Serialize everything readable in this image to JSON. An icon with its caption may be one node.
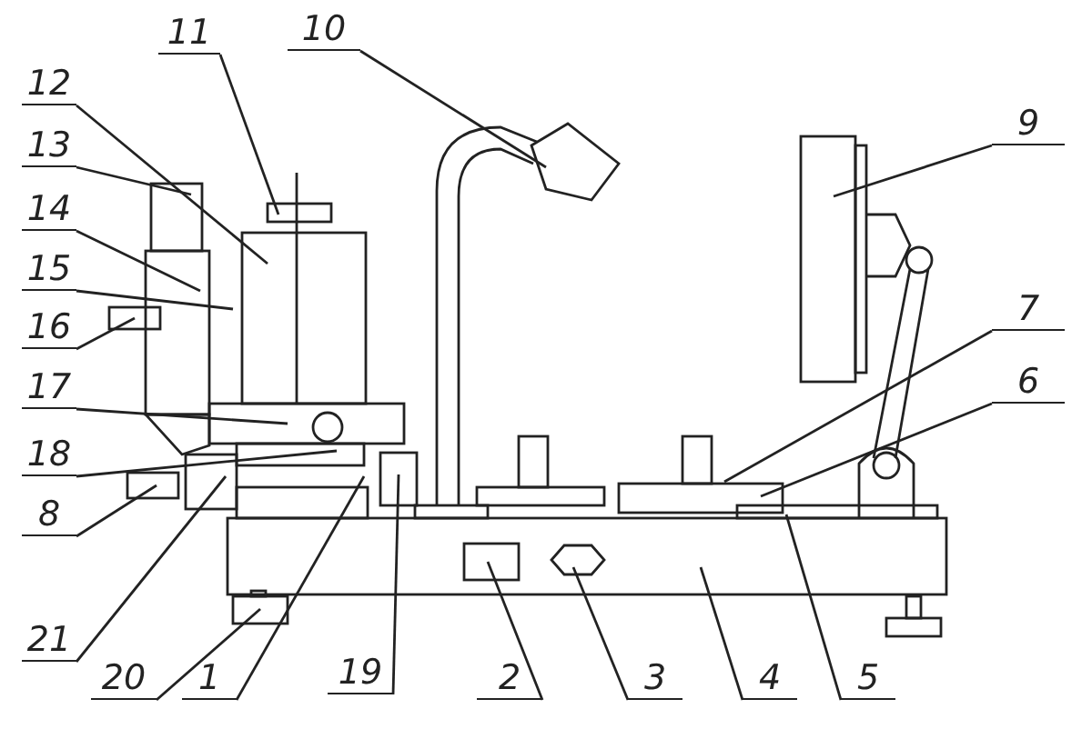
{
  "diagram": {
    "nodes": [
      {
        "text": [
          "11"
        ]
      },
      {
        "text": [
          "10"
        ]
      },
      {
        "text": [
          "9"
        ]
      },
      {
        "text": [
          "12"
        ]
      },
      {
        "text": [
          "13"
        ]
      },
      {
        "text": [
          "14"
        ]
      },
      {
        "text": [
          "15"
        ]
      },
      {
        "text": [
          "16"
        ]
      },
      {
        "text": [
          "17"
        ]
      },
      {
        "text": [
          "7"
        ]
      },
      {
        "text": [
          "18"
        ]
      },
      {
        "text": [
          "6"
        ]
      },
      {
        "text": [
          "8"
        ]
      },
      {
        "text": [
          "21"
        ]
      },
      {
        "text": [
          "20"
        ]
      },
      {
        "text": [
          "1"
        ]
      },
      {
        "text": [
          "19"
        ]
      },
      {
        "text": [
          "2"
        ]
      },
      {
        "text": [
          "3"
        ]
      },
      {
        "text": [
          "4"
        ]
      },
      {
        "text": [
          "5"
        ]
      }
    ],
    "edges": [
      {
        "from": 0,
        "to": null,
        "arrow": "none"
      },
      {
        "from": 1,
        "to": null,
        "arrow": "none"
      },
      {
        "from": 2,
        "to": null,
        "arrow": "none"
      },
      {
        "from": 3,
        "to": null,
        "arrow": "none"
      },
      {
        "from": 4,
        "to": null,
        "arrow": "none"
      },
      {
        "from": 5,
        "to": null,
        "arrow": "none"
      },
      {
        "from": 6,
        "to": null,
        "arrow": "none"
      },
      {
        "from": 7,
        "to": null,
        "arrow": "none"
      },
      {
        "from": 8,
        "to": null,
        "arrow": "none"
      },
      {
        "from": 9,
        "to": null,
        "arrow": "none"
      },
      {
        "from": 10,
        "to": null,
        "arrow": "none"
      },
      {
        "from": 11,
        "to": null,
        "arrow": "none"
      },
      {
        "from": 12,
        "to": null,
        "arrow": "none"
      },
      {
        "from": 13,
        "to": null,
        "arrow": "none"
      },
      {
        "from": 14,
        "to": null,
        "arrow": "none"
      },
      {
        "from": 15,
        "to": null,
        "arrow": "none"
      },
      {
        "from": 16,
        "to": null,
        "arrow": "none"
      },
      {
        "from": 17,
        "to": null,
        "arrow": "none"
      },
      {
        "from": 18,
        "to": null,
        "arrow": "none"
      },
      {
        "from": 19,
        "to": null,
        "arrow": "none"
      },
      {
        "from": 20,
        "to": null,
        "arrow": "none"
      }
    ]
  }
}
